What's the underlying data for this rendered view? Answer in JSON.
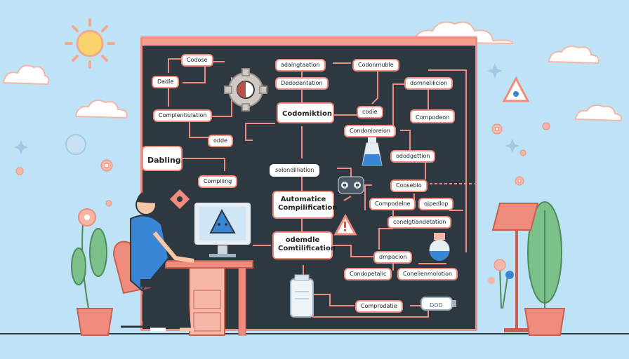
{
  "diagram": {
    "labels": {
      "codose": "Codose",
      "dadle": "Dadle",
      "complentiulation": "Complentiulation",
      "odde": "odde",
      "dabling": "Dabling",
      "compliing": "Compliing",
      "adalngtaation": "adalngtaation",
      "codonmuble": "Codonmuble",
      "dedodentation": "Dedodentation",
      "domnelilicion": "domnelilicion",
      "codomiktion": "Codomiktion",
      "codie": "codie",
      "compodeon": "Compodeon",
      "condonioreion": "Condonioreion",
      "ododgettion": "ododgettion",
      "solondilliation": "solondilliation",
      "automatic_compilification": "Automatice Compilification",
      "odemdle_comtilification": "odemdle Comtilification",
      "cooseblo": "Cooseblo",
      "compodelne": "Compodelne",
      "ojpedlop": "ojpedlop",
      "conelgtiandetation": "conelgtiandetation",
      "dmpacion": "dmpacion",
      "condopetalic": "Condopetalic",
      "coneliemolotion": "Conelienmolotion",
      "comprodatie": "Comprodatie",
      "dod": "DOD"
    }
  },
  "colors": {
    "sky": "#bfe3f6",
    "board": "#2e3840",
    "accent": "#f08c7d",
    "sun": "#f9d36b",
    "plant": "#7cc08a",
    "shirt": "#3a86d6"
  }
}
